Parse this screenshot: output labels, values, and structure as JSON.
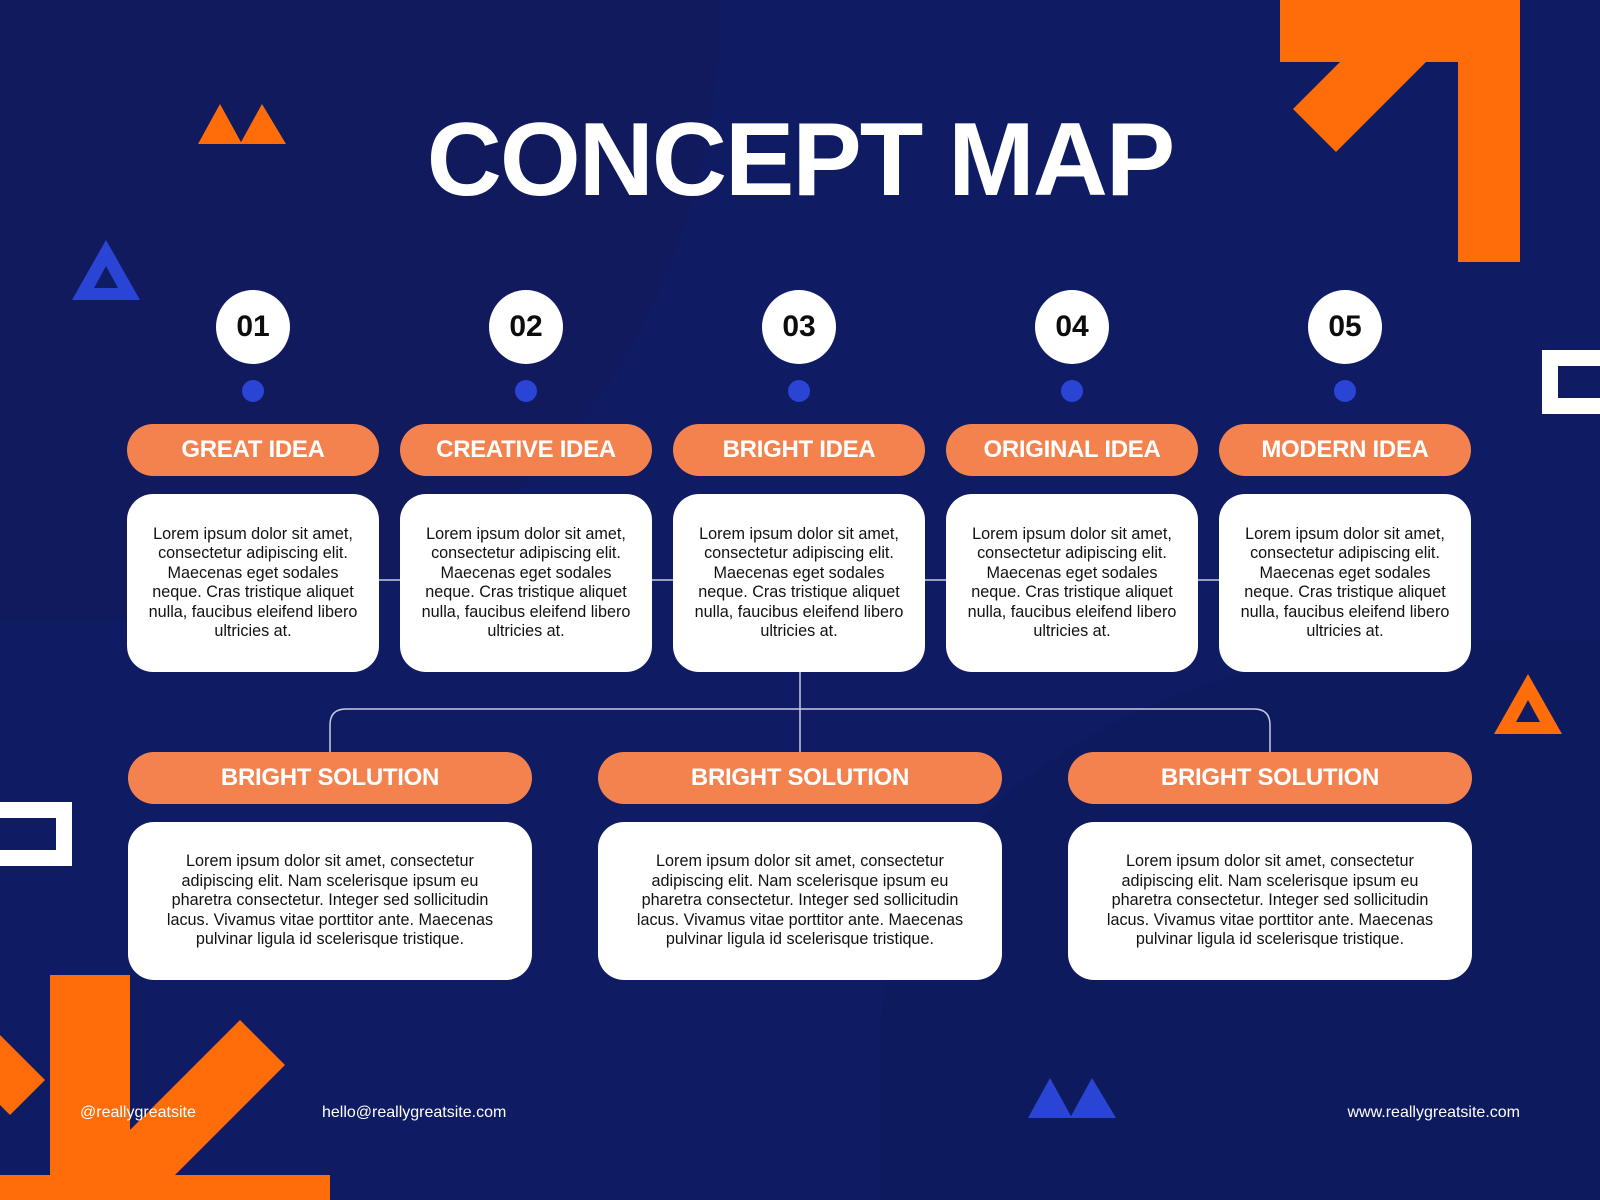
{
  "title": "CONCEPT MAP",
  "ideas": [
    {
      "number": "01",
      "label": "GREAT IDEA",
      "text": "Lorem ipsum dolor sit amet, consectetur adipiscing elit. Maecenas eget sodales neque. Cras tristique aliquet nulla, faucibus eleifend libero ultricies at."
    },
    {
      "number": "02",
      "label": "CREATIVE IDEA",
      "text": "Lorem ipsum dolor sit amet, consectetur adipiscing elit. Maecenas eget sodales neque. Cras tristique aliquet nulla, faucibus eleifend libero ultricies at."
    },
    {
      "number": "03",
      "label": "BRIGHT IDEA",
      "text": "Lorem ipsum dolor sit amet, consectetur adipiscing elit. Maecenas eget sodales neque. Cras tristique aliquet nulla, faucibus eleifend libero ultricies at."
    },
    {
      "number": "04",
      "label": "ORIGINAL IDEA",
      "text": "Lorem ipsum dolor sit amet, consectetur adipiscing elit. Maecenas eget sodales neque. Cras tristique aliquet nulla, faucibus eleifend libero ultricies at."
    },
    {
      "number": "05",
      "label": "MODERN IDEA",
      "text": "Lorem ipsum dolor sit amet, consectetur adipiscing elit. Maecenas eget sodales neque. Cras tristique aliquet nulla, faucibus eleifend libero ultricies at."
    }
  ],
  "solutions": [
    {
      "label": "BRIGHT SOLUTION",
      "text": "Lorem ipsum dolor sit amet, consectetur adipiscing elit. Nam scelerisque ipsum eu pharetra consectetur. Integer sed sollicitudin lacus. Vivamus vitae porttitor ante. Maecenas pulvinar ligula id scelerisque tristique."
    },
    {
      "label": "BRIGHT SOLUTION",
      "text": "Lorem ipsum dolor sit amet, consectetur adipiscing elit. Nam scelerisque ipsum eu pharetra consectetur. Integer sed sollicitudin lacus. Vivamus vitae porttitor ante. Maecenas pulvinar ligula id scelerisque tristique."
    },
    {
      "label": "BRIGHT SOLUTION",
      "text": "Lorem ipsum dolor sit amet, consectetur adipiscing elit. Nam scelerisque ipsum eu pharetra consectetur. Integer sed sollicitudin lacus. Vivamus vitae porttitor ante. Maecenas pulvinar ligula id scelerisque tristique."
    }
  ],
  "footer": {
    "handle": "@reallygreatsite",
    "email": "hello@reallygreatsite.com",
    "website": "www.reallygreatsite.com"
  },
  "colors": {
    "background": "#0f1c63",
    "accent_orange": "#ff6d0a",
    "pill_orange": "#f4824e",
    "accent_blue": "#2a45d6",
    "card": "#ffffff"
  }
}
